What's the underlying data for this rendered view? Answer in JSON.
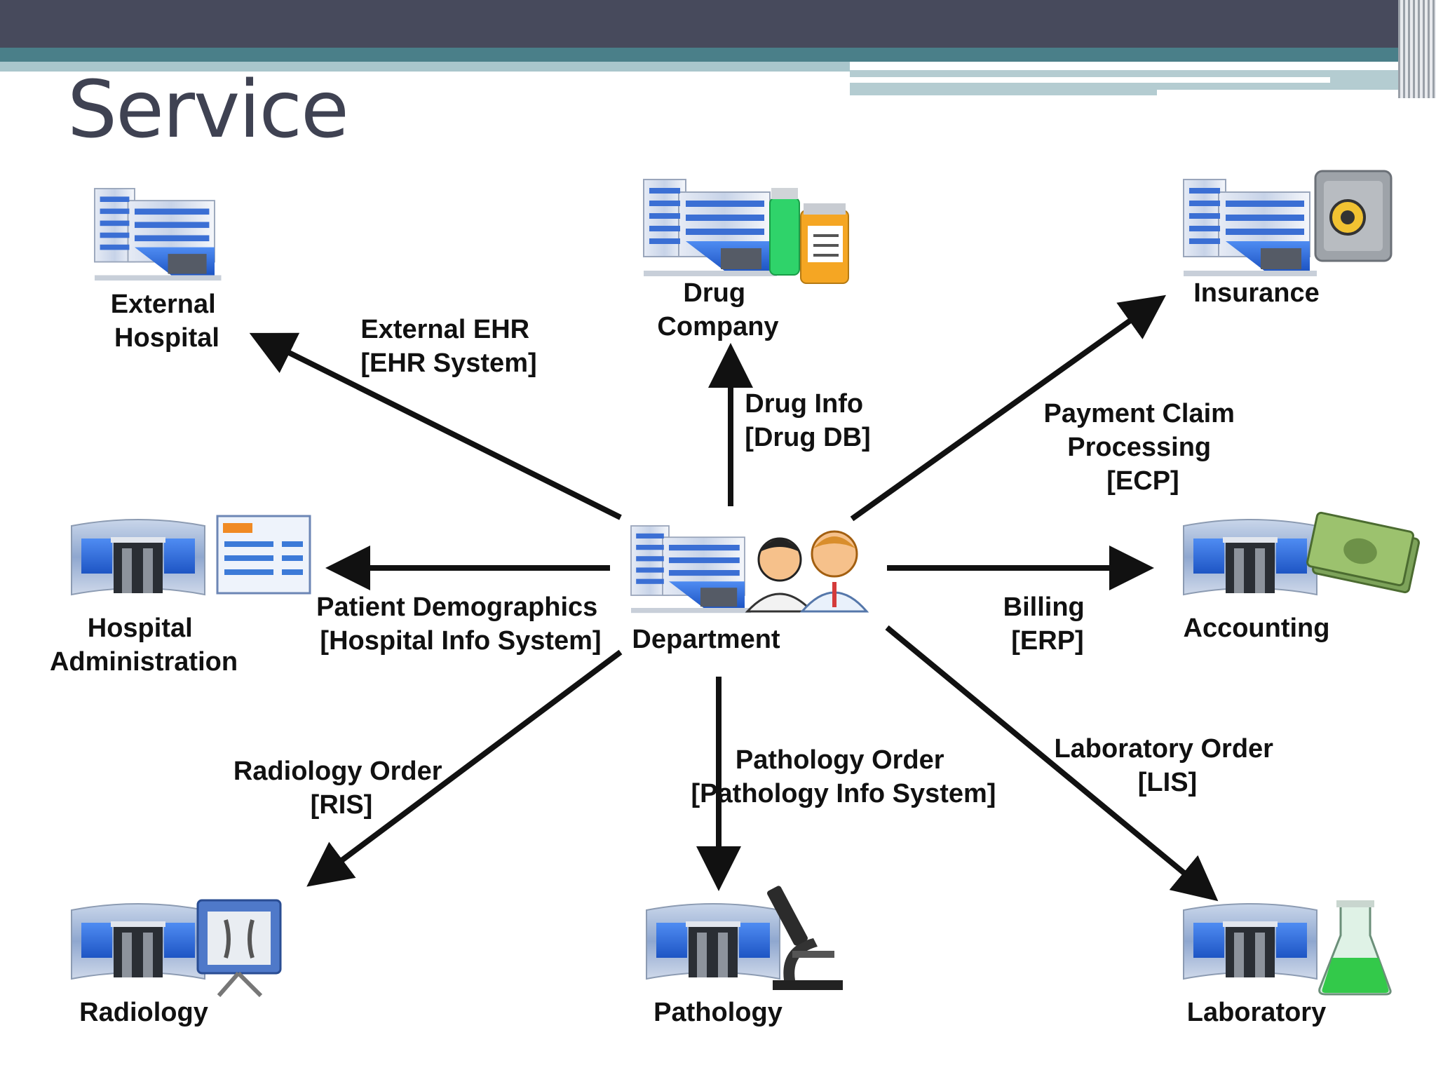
{
  "title": "Service",
  "nodes": {
    "center": {
      "label": "Department"
    },
    "external_hospital": {
      "label": [
        "External",
        "Hospital"
      ]
    },
    "drug_company": {
      "label": [
        "Drug",
        "Company"
      ]
    },
    "insurance": {
      "label": [
        "Insurance"
      ]
    },
    "hospital_admin": {
      "label": [
        "Hospital",
        "Administration"
      ]
    },
    "accounting": {
      "label": [
        "Accounting"
      ]
    },
    "radiology": {
      "label": [
        "Radiology"
      ]
    },
    "pathology": {
      "label": [
        "Pathology"
      ]
    },
    "laboratory": {
      "label": [
        "Laboratory"
      ]
    }
  },
  "edges": [
    {
      "target": "external_hospital",
      "label": [
        "External EHR",
        "[EHR System]"
      ]
    },
    {
      "target": "drug_company",
      "label": [
        "Drug Info",
        "[Drug DB]"
      ]
    },
    {
      "target": "insurance",
      "label": [
        "Payment Claim",
        "Processing",
        "[ECP]"
      ]
    },
    {
      "target": "hospital_admin",
      "label": [
        "Patient Demographics",
        "[Hospital Info System]"
      ]
    },
    {
      "target": "accounting",
      "label": [
        "Billing",
        "[ERP]"
      ]
    },
    {
      "target": "radiology",
      "label": [
        "Radiology Order",
        "[RIS]"
      ]
    },
    {
      "target": "pathology",
      "label": [
        "Pathology Order",
        "[Pathology Info System]"
      ]
    },
    {
      "target": "laboratory",
      "label": [
        "Laboratory Order",
        "[LIS]"
      ]
    }
  ],
  "icons": {
    "center": "hospital-building-with-doctors-icon",
    "external_hospital": "hospital-building-icon",
    "drug_company": "hospital-building-with-medicine-bottles-icon",
    "insurance": "hospital-building-with-safe-icon",
    "hospital_admin": "department-building-with-form-icon",
    "accounting": "department-building-with-money-icon",
    "radiology": "department-building-with-xray-icon",
    "pathology": "department-building-with-microscope-icon",
    "laboratory": "department-building-with-flask-icon"
  },
  "colors": {
    "arrow": "#111111",
    "title": "#3f4252",
    "building_blue": "#2f6fdc"
  }
}
